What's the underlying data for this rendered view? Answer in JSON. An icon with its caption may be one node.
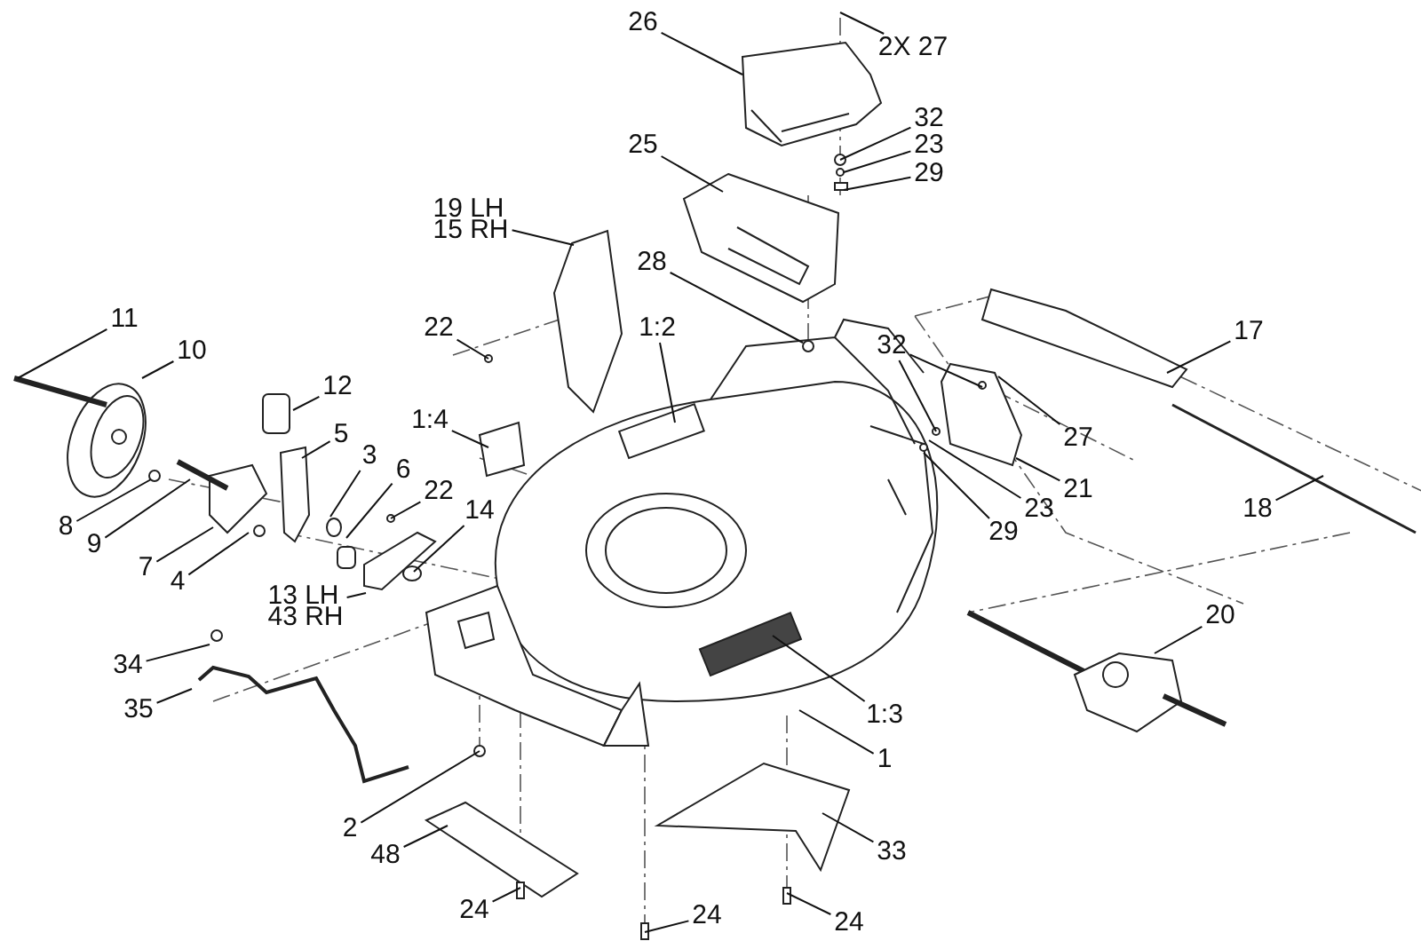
{
  "diagram": {
    "nodes": [
      {
        "text": [
          "26"
        ]
      },
      {
        "text": [
          "2X 27"
        ]
      },
      {
        "text": [
          "32"
        ]
      },
      {
        "text": [
          "23"
        ]
      },
      {
        "text": [
          "25"
        ]
      },
      {
        "text": [
          "29"
        ]
      },
      {
        "text": [
          "19 LH",
          "15 RH"
        ]
      },
      {
        "text": [
          "28"
        ]
      },
      {
        "text": [
          "11"
        ]
      },
      {
        "text": [
          "22"
        ]
      },
      {
        "text": [
          "1:2"
        ]
      },
      {
        "text": [
          "17"
        ]
      },
      {
        "text": [
          "32"
        ]
      },
      {
        "text": [
          "10"
        ]
      },
      {
        "text": [
          "12"
        ]
      },
      {
        "text": [
          "1:4"
        ]
      },
      {
        "text": [
          "5"
        ]
      },
      {
        "text": [
          "27"
        ]
      },
      {
        "text": [
          "3"
        ]
      },
      {
        "text": [
          "6"
        ]
      },
      {
        "text": [
          "21"
        ]
      },
      {
        "text": [
          "22"
        ]
      },
      {
        "text": [
          "23"
        ]
      },
      {
        "text": [
          "18"
        ]
      },
      {
        "text": [
          "14"
        ]
      },
      {
        "text": [
          "8"
        ]
      },
      {
        "text": [
          "29"
        ]
      },
      {
        "text": [
          "9"
        ]
      },
      {
        "text": [
          "7"
        ]
      },
      {
        "text": [
          "4"
        ]
      },
      {
        "text": [
          "13 LH",
          "43 RH"
        ]
      },
      {
        "text": [
          "20"
        ]
      },
      {
        "text": [
          "34"
        ]
      },
      {
        "text": [
          "35"
        ]
      },
      {
        "text": [
          "1:3"
        ]
      },
      {
        "text": [
          "1"
        ]
      },
      {
        "text": [
          "2"
        ]
      },
      {
        "text": [
          "33"
        ]
      },
      {
        "text": [
          "48"
        ]
      },
      {
        "text": [
          "24"
        ]
      },
      {
        "text": [
          "24"
        ]
      },
      {
        "text": [
          "24"
        ]
      }
    ],
    "edges": [
      {
        "from": 0,
        "to": null,
        "arrow": "none"
      },
      {
        "from": 1,
        "to": null,
        "arrow": "none"
      },
      {
        "from": 2,
        "to": null,
        "arrow": "none"
      },
      {
        "from": 3,
        "to": null,
        "arrow": "none"
      },
      {
        "from": 4,
        "to": null,
        "arrow": "none"
      },
      {
        "from": 5,
        "to": null,
        "arrow": "none"
      },
      {
        "from": 6,
        "to": null,
        "arrow": "none"
      },
      {
        "from": 7,
        "to": null,
        "arrow": "none"
      },
      {
        "from": 8,
        "to": null,
        "arrow": "none"
      },
      {
        "from": 9,
        "to": null,
        "arrow": "none"
      },
      {
        "from": 10,
        "to": null,
        "arrow": "none"
      },
      {
        "from": 11,
        "to": null,
        "arrow": "none"
      },
      {
        "from": 12,
        "to": null,
        "arrow": "none"
      },
      {
        "from": 12,
        "to": null,
        "arrow": "none"
      },
      {
        "from": 13,
        "to": null,
        "arrow": "none"
      },
      {
        "from": 14,
        "to": null,
        "arrow": "none"
      },
      {
        "from": 15,
        "to": null,
        "arrow": "none"
      },
      {
        "from": 16,
        "to": null,
        "arrow": "none"
      },
      {
        "from": 17,
        "to": null,
        "arrow": "none"
      },
      {
        "from": 18,
        "to": null,
        "arrow": "none"
      },
      {
        "from": 19,
        "to": null,
        "arrow": "none"
      },
      {
        "from": 20,
        "to": null,
        "arrow": "none"
      },
      {
        "from": 21,
        "to": null,
        "arrow": "none"
      },
      {
        "from": 22,
        "to": null,
        "arrow": "none"
      },
      {
        "from": 23,
        "to": null,
        "arrow": "none"
      },
      {
        "from": 24,
        "to": null,
        "arrow": "none"
      },
      {
        "from": 25,
        "to": null,
        "arrow": "none"
      },
      {
        "from": 26,
        "to": null,
        "arrow": "none"
      },
      {
        "from": 27,
        "to": null,
        "arrow": "none"
      },
      {
        "from": 28,
        "to": null,
        "arrow": "none"
      },
      {
        "from": 29,
        "to": null,
        "arrow": "none"
      },
      {
        "from": 30,
        "to": null,
        "arrow": "none"
      },
      {
        "from": 31,
        "to": null,
        "arrow": "none"
      },
      {
        "from": 32,
        "to": null,
        "arrow": "none"
      },
      {
        "from": 33,
        "to": null,
        "arrow": "none"
      },
      {
        "from": 34,
        "to": null,
        "arrow": "none"
      },
      {
        "from": 35,
        "to": null,
        "arrow": "none"
      },
      {
        "from": 36,
        "to": null,
        "arrow": "none"
      },
      {
        "from": 37,
        "to": null,
        "arrow": "none"
      },
      {
        "from": 38,
        "to": null,
        "arrow": "none"
      },
      {
        "from": 39,
        "to": null,
        "arrow": "none"
      },
      {
        "from": 40,
        "to": null,
        "arrow": "none"
      },
      {
        "from": 41,
        "to": null,
        "arrow": "none"
      }
    ]
  }
}
